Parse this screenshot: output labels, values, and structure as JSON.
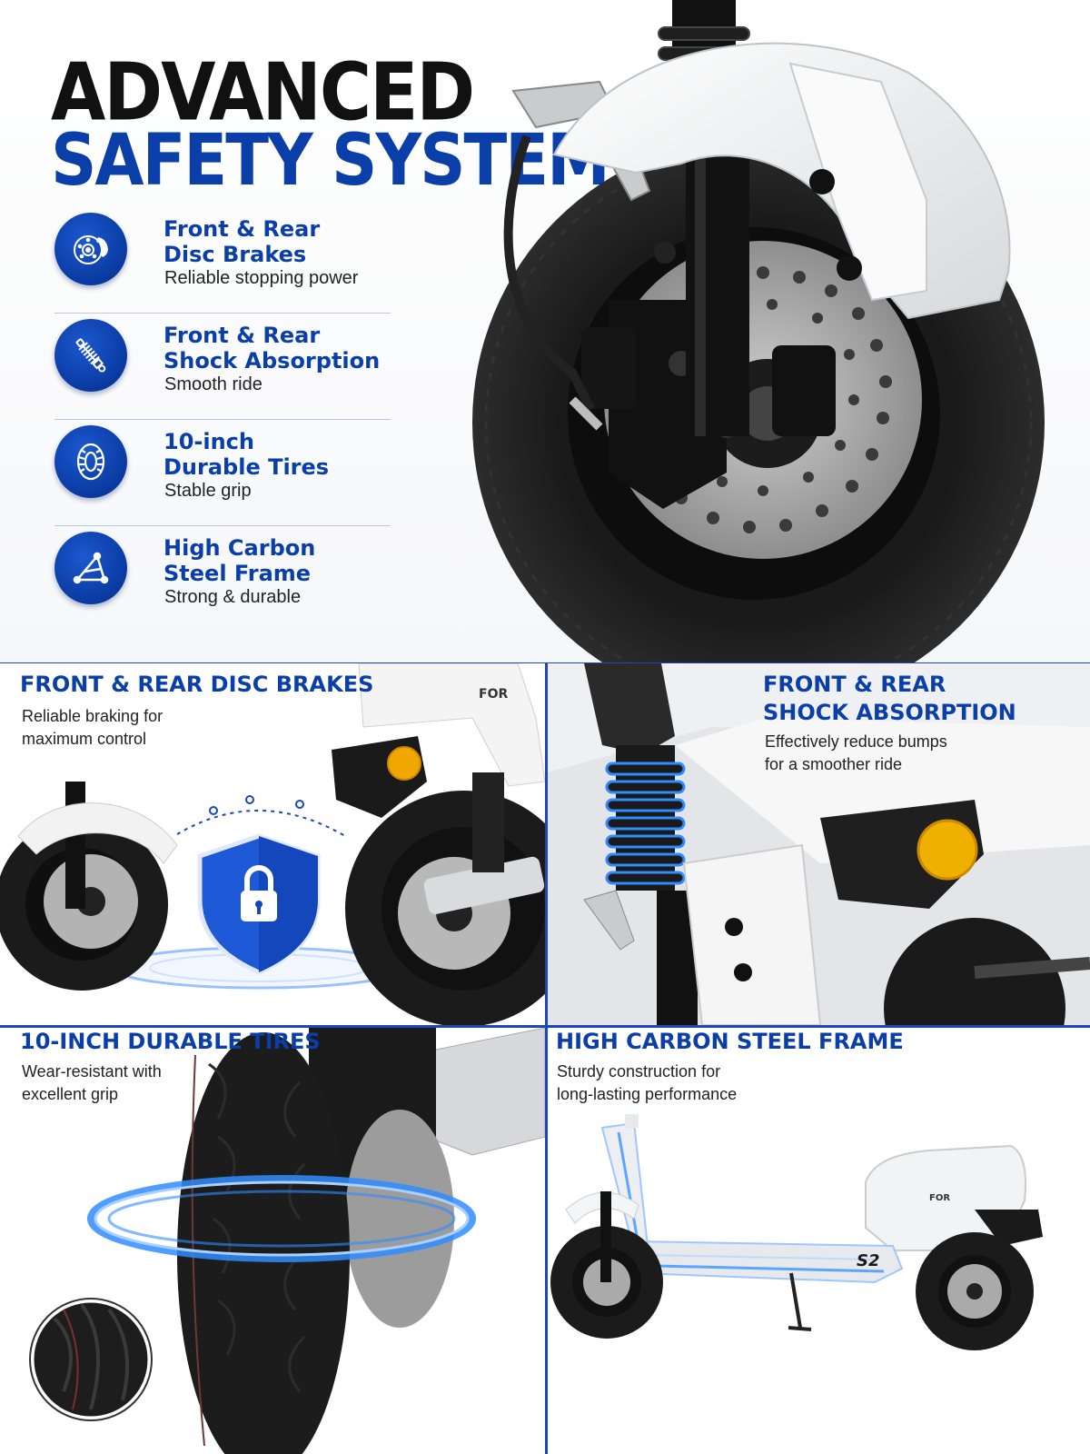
{
  "hero": {
    "title_line1": "ADVANCED",
    "title_line2": "SAFETY SYSTEM",
    "features": [
      {
        "icon": "disc-brake-icon",
        "title_line1": "Front & Rear",
        "title_line2": "Disc Brakes",
        "subtitle": "Reliable stopping power"
      },
      {
        "icon": "shock-absorber-icon",
        "title_line1": "Front & Rear",
        "title_line2": "Shock Absorption",
        "subtitle": "Smooth ride"
      },
      {
        "icon": "tire-icon",
        "title_line1": "10-inch",
        "title_line2": "Durable Tires",
        "subtitle": "Stable grip"
      },
      {
        "icon": "frame-icon",
        "title_line1": "High Carbon",
        "title_line2": "Steel Frame",
        "subtitle": "Strong & durable"
      }
    ]
  },
  "panels": {
    "brakes": {
      "title": "FRONT & REAR DISC BRAKES",
      "subtitle_line1": "Reliable braking for",
      "subtitle_line2": "maximum control",
      "fender_text": "FOR"
    },
    "shock": {
      "title_line1": "FRONT & REAR",
      "title_line2": "SHOCK ABSORPTION",
      "subtitle_line1": "Effectively reduce bumps",
      "subtitle_line2": "for a smoother ride"
    },
    "tires": {
      "title": "10-INCH DURABLE TIRES",
      "subtitle_line1": "Wear-resistant with",
      "subtitle_line2": "excellent grip"
    },
    "frame": {
      "title": "HIGH CARBON STEEL FRAME",
      "subtitle_line1": "Sturdy construction for",
      "subtitle_line2": "long-lasting performance",
      "model_label": "S2",
      "body_text": "FOR"
    }
  },
  "colors": {
    "brand_blue": "#0a3ea8",
    "divider_blue": "#1b47b8",
    "glow_blue": "#2f8cff",
    "reflector_orange": "#f0a800"
  }
}
